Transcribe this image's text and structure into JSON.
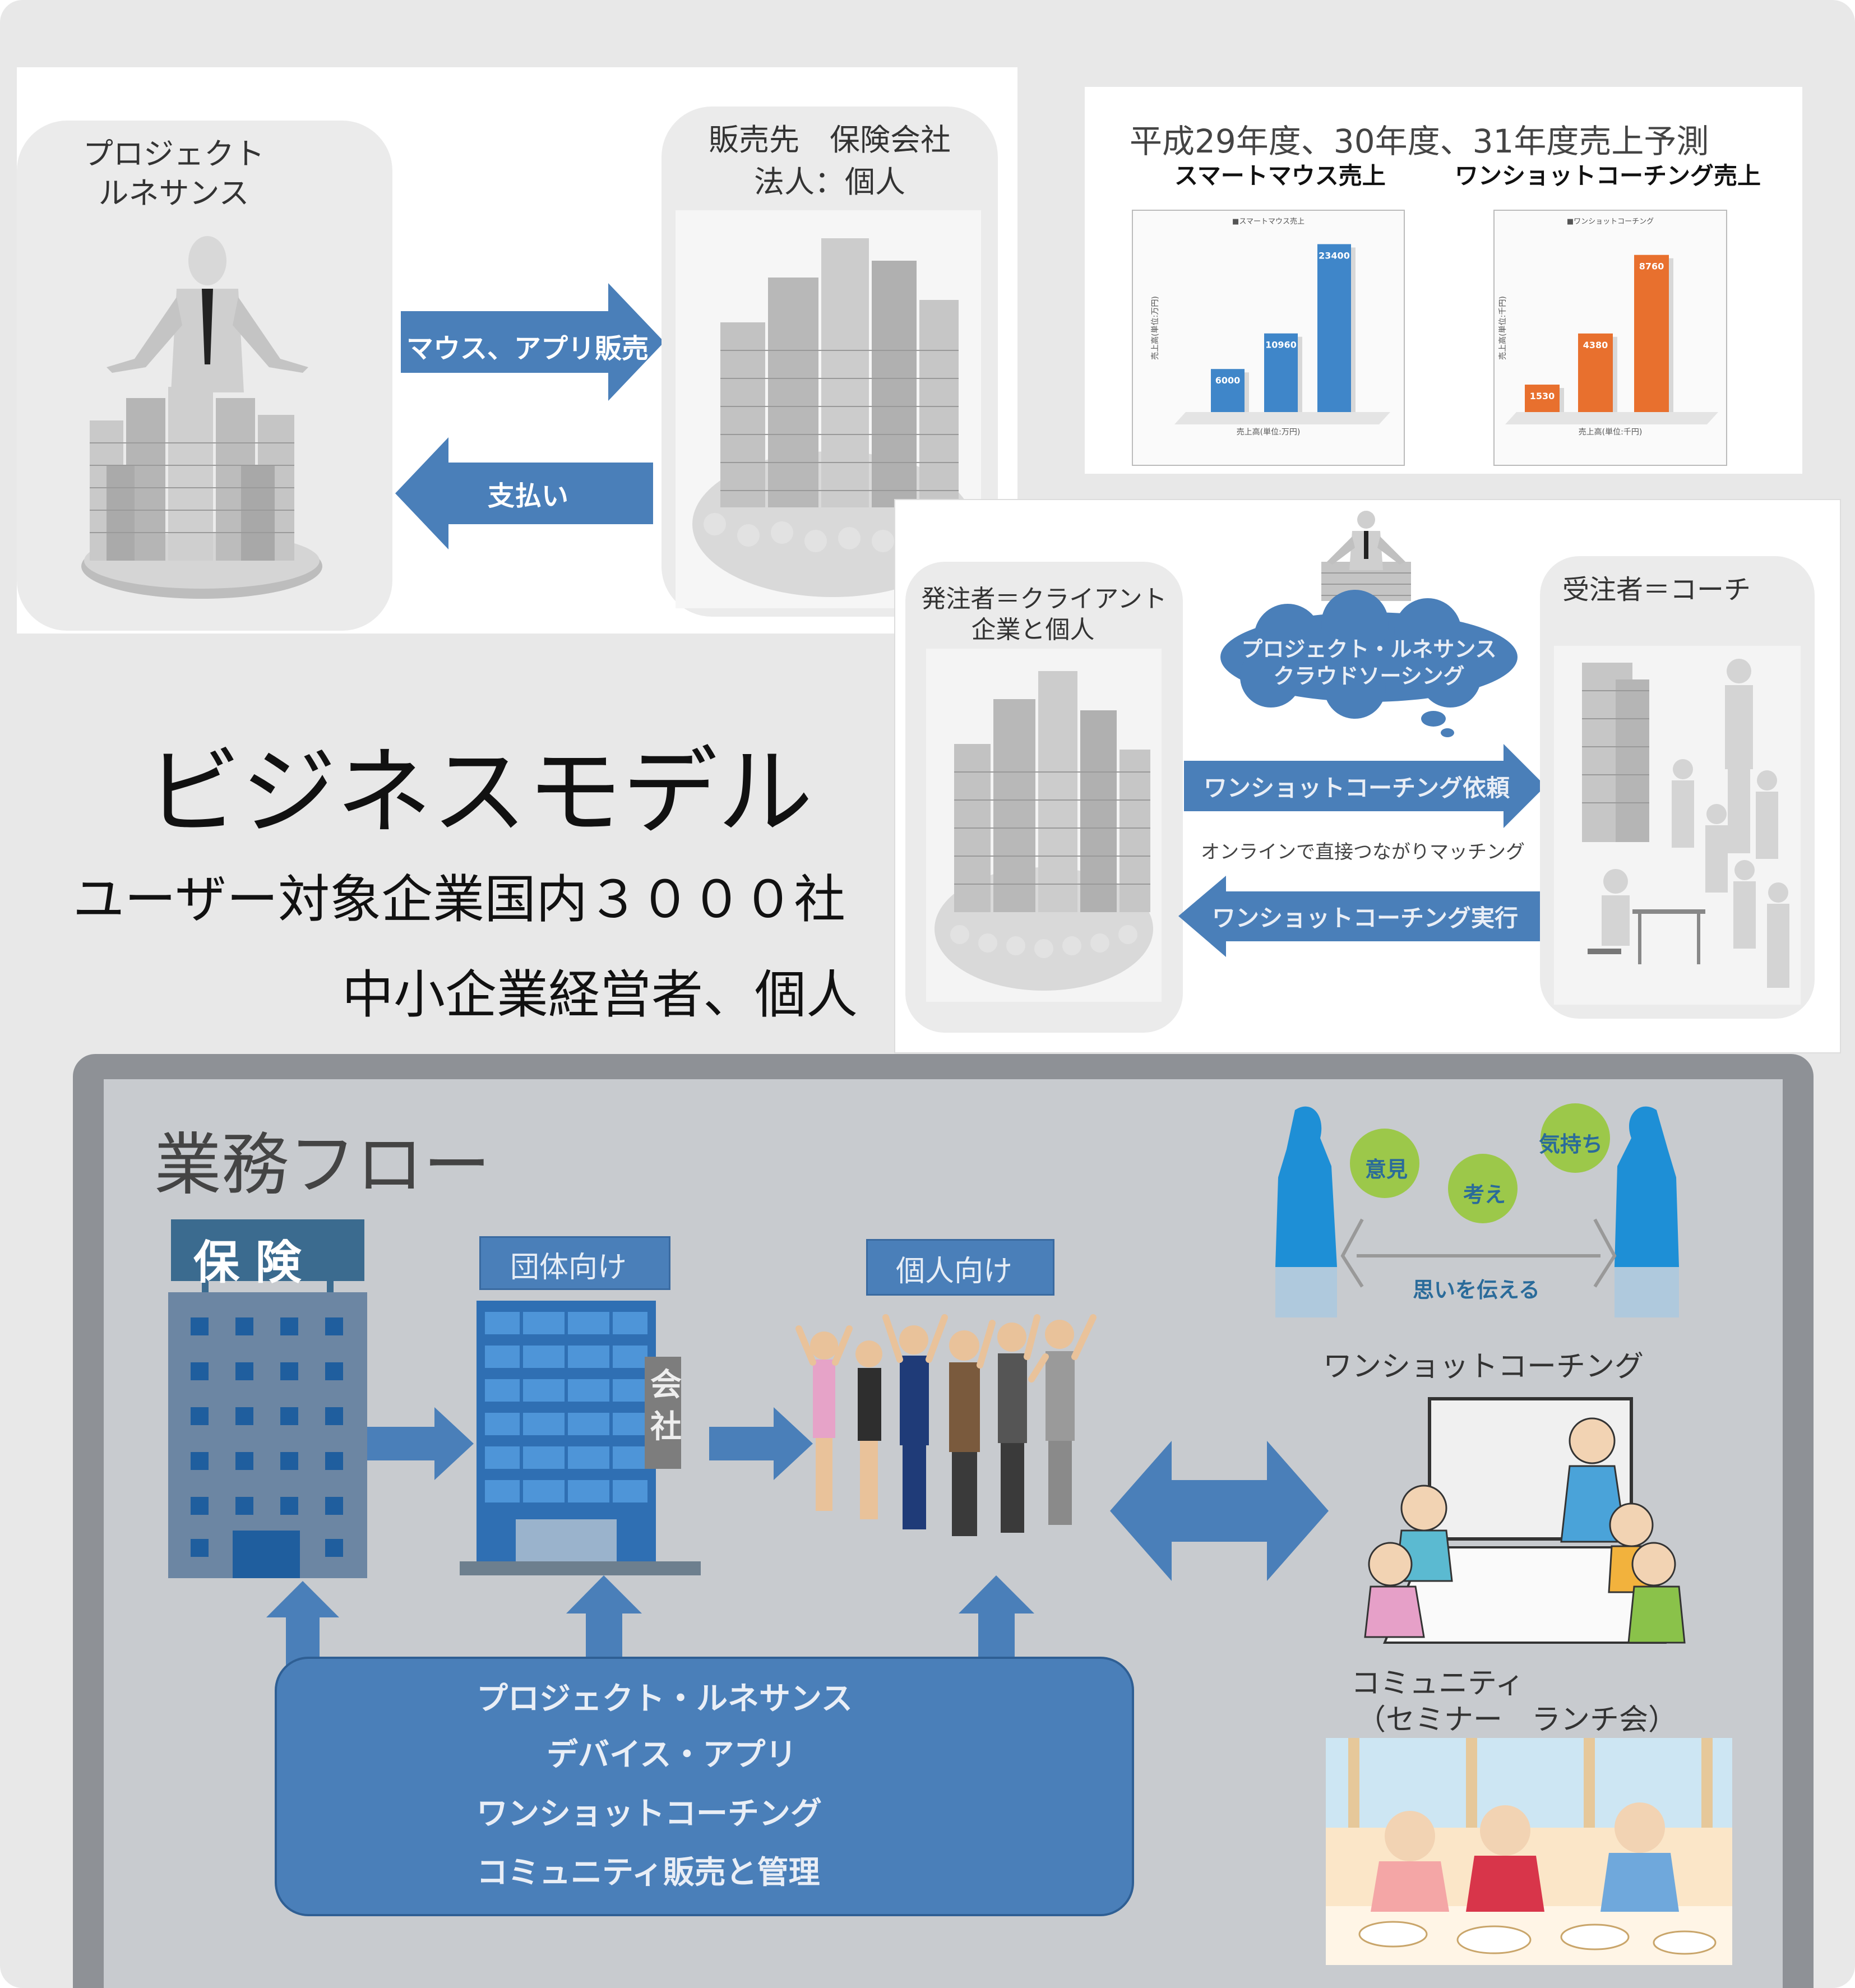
{
  "top_left": {
    "project_label": "プロジェクト\nルネサンス",
    "project_line1": "プロジェクト",
    "project_line2": "ルネサンス",
    "sales_dest_line1": "販売先　保険会社",
    "sales_dest_line2": "法人：個人",
    "arrow_right_label": "マウス、アプリ販売",
    "arrow_left_label": "支払い"
  },
  "charts_panel": {
    "title": "平成29年度、30年度、31年度売上予測",
    "subtitle_left": "スマートマウス売上",
    "subtitle_right": "ワンショットコーチング売上"
  },
  "chart_data": [
    {
      "type": "bar",
      "legend": "スマートマウス売上",
      "categories": [
        "",
        "",
        ""
      ],
      "values": [
        6000,
        10960,
        23400
      ],
      "data_labels": [
        "6000",
        "10960",
        "23400"
      ],
      "ylabel": "売上高(単位:万円)",
      "xlabel": "売上高(単位:万円)",
      "color": "#3f86c9",
      "ylim": [
        0,
        25000
      ]
    },
    {
      "type": "bar",
      "legend": "ワンショットコーチング",
      "categories": [
        "",
        "",
        ""
      ],
      "values": [
        1530,
        4380,
        8760
      ],
      "data_labels": [
        "1530",
        "4380",
        "8760"
      ],
      "ylabel": "売上高(単位:千円)",
      "xlabel": "売上高(単位:千円)",
      "color": "#e8702e",
      "ylim": [
        0,
        10000
      ]
    }
  ],
  "crowd": {
    "client_line1": "発注者＝クライアント",
    "client_line2": "企業と個人",
    "coach_label": "受注者＝コーチ",
    "cloud_line1": "プロジェクト・ルネサンス",
    "cloud_line2": "クラウドソーシング",
    "request_arrow": "ワンショットコーチング依頼",
    "matching_text": "オンラインで直接つながりマッチング",
    "execute_arrow": "ワンショットコーチング実行"
  },
  "business_model": {
    "title": "ビジネスモデル",
    "line1": "ユーザー対象企業国内３０００社",
    "line2": "中小企業経営者、個人"
  },
  "flow": {
    "title": "業務フロー",
    "insurance_sign": "保 険",
    "group_label": "団体向け",
    "company_sign": "会社",
    "company_sign_1": "会",
    "company_sign_2": "社",
    "individual_label": "個人向け",
    "bubble_opinion": "意見",
    "bubble_thought": "考え",
    "bubble_feeling": "気持ち",
    "convey_text": "思いを伝える",
    "oneshot_label": "ワンショットコーチング",
    "community_line1": "コミュニティ",
    "community_line2": "（セミナー　ランチ会）",
    "box_line1": "プロジェクト・ルネサンス",
    "box_line2": "デバイス・アプリ",
    "box_line3": "ワンショットコーチング",
    "box_line4": "コミュニティ販売と管理"
  },
  "colors": {
    "arrow_blue": "#4a7fb9",
    "slide_bg": "#e8e8e8",
    "flow_bg": "#c8cbcf",
    "bubble_green": "#9cc84a"
  }
}
